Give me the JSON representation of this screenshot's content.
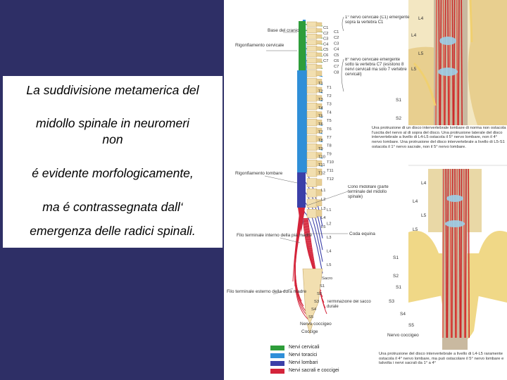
{
  "slide": {
    "lines": [
      "La suddivisione metamerica del",
      "midollo spinale in neuromeri",
      "non",
      "é evidente morfologicamente,",
      "ma é contrassegnata dall‘",
      "emergenza delle radici spinali."
    ]
  },
  "figure": {
    "left_labels": {
      "base_cranio": "Base del cranio",
      "rigonfiamento_cervicale": "Rigonfiamento cervicale",
      "rigonfiamento_lombare": "Rigonfiamento lombare",
      "filo_interno": "Filo terminale interno della pia madre",
      "filo_esterno": "Filo terminale esterno della dura madre",
      "coccige": "Coccige"
    },
    "spine_labels": {
      "c_inner": [
        "C1",
        "C2",
        "C3",
        "C4",
        "C5",
        "C6",
        "C7"
      ],
      "c_outer": [
        "C1",
        "C2",
        "C3",
        "C4",
        "C5",
        "C6",
        "C7",
        "C8"
      ],
      "t_inner": [
        "T1",
        "T2",
        "T3",
        "T4",
        "T5",
        "T6",
        "T7",
        "T8",
        "T9",
        "T10",
        "T11",
        "T12"
      ],
      "t_outer": [
        "T1",
        "T2",
        "T3",
        "T4",
        "T5",
        "T6",
        "T7",
        "T8",
        "T9",
        "T10",
        "T11",
        "T12"
      ],
      "l_inner": [
        "L1",
        "L2",
        "L3",
        "L4",
        "L5"
      ],
      "l_outer": [
        "L1",
        "L2",
        "L3",
        "L4",
        "L5"
      ],
      "s_labels": [
        "Sacro",
        "S1",
        "S2",
        "S3",
        "S4",
        "S5"
      ],
      "nervo_coccigeo": "Nervo coccigeo"
    },
    "callouts": {
      "c1_note": "1° nervo cervicale (C1) emergente sopra la vertebra C1",
      "c8_note": "8° nervo cervicale emergente sotto la vertebra C7 (esistono 8 nervi cervicali ma solo 7 vertebre cervicali)",
      "cono": "Cono midollare (parte terminale del midollo spinale)",
      "cauda": "Coda equina",
      "sacco": "Terminazione del sacco durale"
    },
    "right_top": {
      "labels": [
        "L4",
        "L4",
        "L5",
        "L5",
        "S1",
        "S2"
      ],
      "caption": "Una protrusione di un disco intervertebrale lombare di norma non ostacola l'uscita del nervo al di sopra del disco. Una protrusione laterale del disco intervertebrale a livello di L4-L5 ostacola il 5° nervo lombare, non il 4° nervo lombare. Una protrusione del disco intervertebrale a livello di L5-S1 ostacola il 1° nervo sacrale, non il 5° nervo lombare."
    },
    "right_bottom": {
      "labels": [
        "L4",
        "L4",
        "L5",
        "L5",
        "S1",
        "S1",
        "S2",
        "S3",
        "S4",
        "S5"
      ],
      "coccigeo": "Nervo coccigeo",
      "caption": "Una protrusione del disco intervertebrale a livello di L4-L5 raramente ostacola il 4° nervo lombare, ma può ostacolare il 5° nervo lombare e talvolta i nervi sacrali da 1° a 4°"
    },
    "legend": [
      {
        "label": "Nervi cervicali",
        "color": "#2e9d3a"
      },
      {
        "label": "Nervi toracici",
        "color": "#2f8fd8"
      },
      {
        "label": "Nervi lombari",
        "color": "#3b3fa8"
      },
      {
        "label": "Nervi sacrali e coccigei",
        "color": "#d4243a"
      }
    ]
  }
}
